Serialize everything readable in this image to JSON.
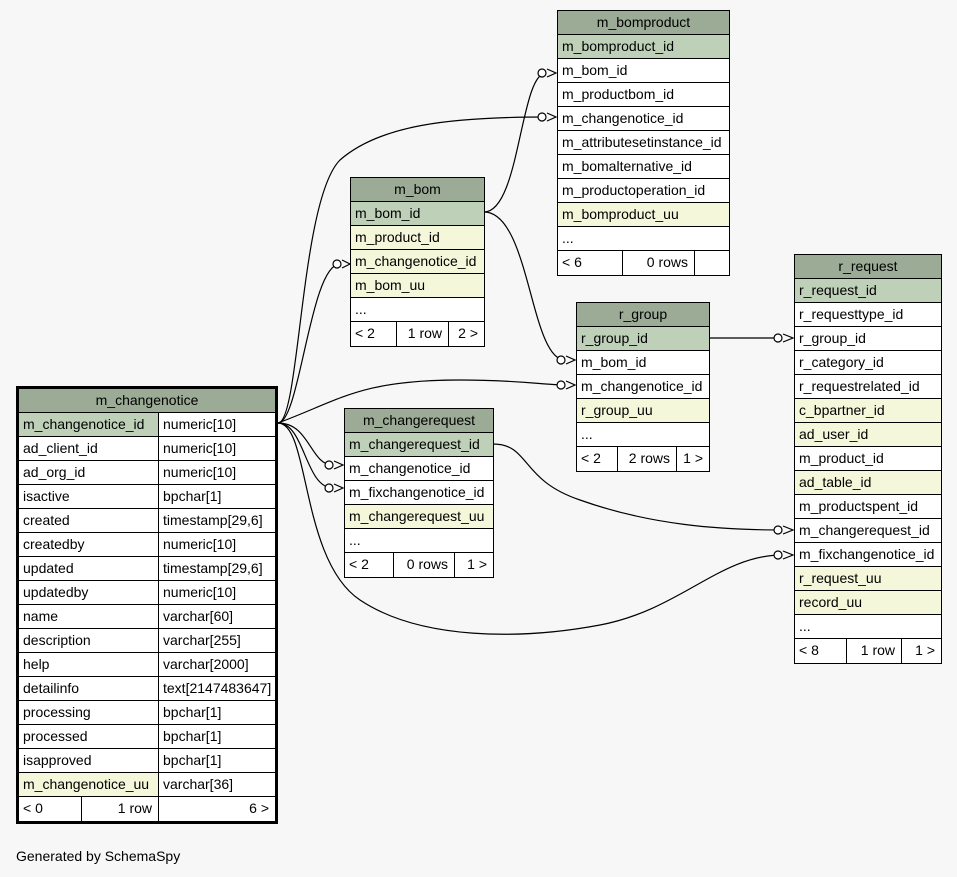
{
  "tables": {
    "m_changenotice": {
      "name": "m_changenotice",
      "columns": [
        {
          "name": "m_changenotice_id",
          "type": "numeric[10]",
          "kind": "pk"
        },
        {
          "name": "ad_client_id",
          "type": "numeric[10]",
          "kind": ""
        },
        {
          "name": "ad_org_id",
          "type": "numeric[10]",
          "kind": ""
        },
        {
          "name": "isactive",
          "type": "bpchar[1]",
          "kind": ""
        },
        {
          "name": "created",
          "type": "timestamp[29,6]",
          "kind": ""
        },
        {
          "name": "createdby",
          "type": "numeric[10]",
          "kind": ""
        },
        {
          "name": "updated",
          "type": "timestamp[29,6]",
          "kind": ""
        },
        {
          "name": "updatedby",
          "type": "numeric[10]",
          "kind": ""
        },
        {
          "name": "name",
          "type": "varchar[60]",
          "kind": ""
        },
        {
          "name": "description",
          "type": "varchar[255]",
          "kind": ""
        },
        {
          "name": "help",
          "type": "varchar[2000]",
          "kind": ""
        },
        {
          "name": "detailinfo",
          "type": "text[2147483647]",
          "kind": ""
        },
        {
          "name": "processing",
          "type": "bpchar[1]",
          "kind": ""
        },
        {
          "name": "processed",
          "type": "bpchar[1]",
          "kind": ""
        },
        {
          "name": "isapproved",
          "type": "bpchar[1]",
          "kind": ""
        },
        {
          "name": "m_changenotice_uu",
          "type": "varchar[36]",
          "kind": "idx"
        }
      ],
      "footer": {
        "parents": "< 0",
        "rows": "1 row",
        "children": "6 >"
      }
    },
    "m_bomproduct": {
      "name": "m_bomproduct",
      "columns": [
        {
          "name": "m_bomproduct_id",
          "kind": "pk"
        },
        {
          "name": "m_bom_id",
          "kind": ""
        },
        {
          "name": "m_productbom_id",
          "kind": ""
        },
        {
          "name": "m_changenotice_id",
          "kind": ""
        },
        {
          "name": "m_attributesetinstance_id",
          "kind": ""
        },
        {
          "name": "m_bomalternative_id",
          "kind": ""
        },
        {
          "name": "m_productoperation_id",
          "kind": ""
        },
        {
          "name": "m_bomproduct_uu",
          "kind": "idx"
        },
        {
          "name": "...",
          "kind": ""
        }
      ],
      "footer": {
        "parents": "< 6",
        "rows": "0 rows",
        "children": ""
      }
    },
    "m_bom": {
      "name": "m_bom",
      "columns": [
        {
          "name": "m_bom_id",
          "kind": "pk"
        },
        {
          "name": "m_product_id",
          "kind": "idx"
        },
        {
          "name": "m_changenotice_id",
          "kind": "idx"
        },
        {
          "name": "m_bom_uu",
          "kind": "idx"
        },
        {
          "name": "...",
          "kind": ""
        }
      ],
      "footer": {
        "parents": "< 2",
        "rows": "1 row",
        "children": "2 >"
      }
    },
    "r_group": {
      "name": "r_group",
      "columns": [
        {
          "name": "r_group_id",
          "kind": "pk"
        },
        {
          "name": "m_bom_id",
          "kind": ""
        },
        {
          "name": "m_changenotice_id",
          "kind": ""
        },
        {
          "name": "r_group_uu",
          "kind": "idx"
        },
        {
          "name": "...",
          "kind": ""
        }
      ],
      "footer": {
        "parents": "< 2",
        "rows": "2 rows",
        "children": "1 >"
      }
    },
    "m_changerequest": {
      "name": "m_changerequest",
      "columns": [
        {
          "name": "m_changerequest_id",
          "kind": "pk"
        },
        {
          "name": "m_changenotice_id",
          "kind": ""
        },
        {
          "name": "m_fixchangenotice_id",
          "kind": ""
        },
        {
          "name": "m_changerequest_uu",
          "kind": "idx"
        },
        {
          "name": "...",
          "kind": ""
        }
      ],
      "footer": {
        "parents": "< 2",
        "rows": "0 rows",
        "children": "1 >"
      }
    },
    "r_request": {
      "name": "r_request",
      "columns": [
        {
          "name": "r_request_id",
          "kind": "pk"
        },
        {
          "name": "r_requesttype_id",
          "kind": ""
        },
        {
          "name": "r_group_id",
          "kind": ""
        },
        {
          "name": "r_category_id",
          "kind": ""
        },
        {
          "name": "r_requestrelated_id",
          "kind": ""
        },
        {
          "name": "c_bpartner_id",
          "kind": "idx"
        },
        {
          "name": "ad_user_id",
          "kind": "idx"
        },
        {
          "name": "m_product_id",
          "kind": ""
        },
        {
          "name": "ad_table_id",
          "kind": "idx"
        },
        {
          "name": "m_productspent_id",
          "kind": ""
        },
        {
          "name": "m_changerequest_id",
          "kind": ""
        },
        {
          "name": "m_fixchangenotice_id",
          "kind": ""
        },
        {
          "name": "r_request_uu",
          "kind": "idx"
        },
        {
          "name": "record_uu",
          "kind": "idx"
        },
        {
          "name": "...",
          "kind": ""
        }
      ],
      "footer": {
        "parents": "< 8",
        "rows": "1 row",
        "children": "1 >"
      }
    }
  },
  "footer_text": "Generated by SchemaSpy",
  "colors": {
    "header": "#9bab96",
    "primary_key": "#bed1b8",
    "indexed": "#f4f7da",
    "background": "#f7f7f7"
  }
}
